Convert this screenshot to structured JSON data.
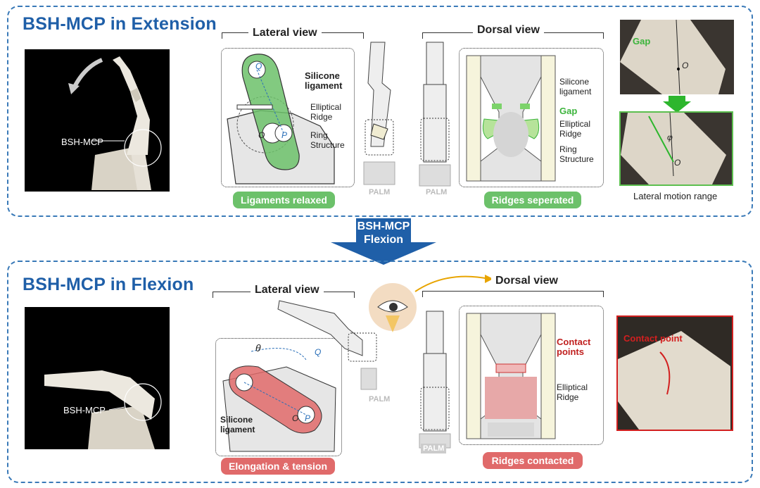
{
  "extension": {
    "heading": "BSH-MCP in Extension",
    "photo_label": "BSH-MCP",
    "lateral_title": "Lateral view",
    "dorsal_title": "Dorsal view",
    "lateral_labels": {
      "silicone_ligament": "Silicone\nligament",
      "elliptical_ridge": "Elliptical\nRidge",
      "ring_structure": "Ring\nStructure",
      "q": "Q",
      "o": "O",
      "p": "P"
    },
    "palm": "PALM",
    "dorsal_labels": {
      "silicone_ligament": "Silicone\nligament",
      "gap": "Gap",
      "elliptical_ridge": "Elliptical\nRidge",
      "ring_structure": "Ring\nStructure"
    },
    "pill_left": "Ligaments relaxed",
    "pill_right": "Ridges seperated",
    "inset_gap": "Gap",
    "inset_o": "O",
    "inset_phi": "φ",
    "caption": "Lateral motion range"
  },
  "arrow_label": "BSH-MCP\nFlexion",
  "flexion": {
    "heading": "BSH-MCP in Flexion",
    "photo_label": "BSH-MCP",
    "lateral_title": "Lateral view",
    "dorsal_title": "Dorsal view",
    "lateral_labels": {
      "theta": "θ",
      "q": "Q",
      "o": "O",
      "p": "P",
      "silicone_ligament": "Silicone\nligament"
    },
    "palm": "PALM",
    "dorsal_labels": {
      "contact_points": "Contact\npoints",
      "elliptical_ridge": "Elliptical\nRidge"
    },
    "pill_left": "Elongation & tension",
    "pill_right": "Ridges contacted",
    "inset_label": "Contact point"
  },
  "colors": {
    "accent": "#1f5fa8",
    "green": "#6cc16a",
    "red": "#e06a6a",
    "contact": "#d21f1f",
    "gap": "#3cb43c"
  }
}
